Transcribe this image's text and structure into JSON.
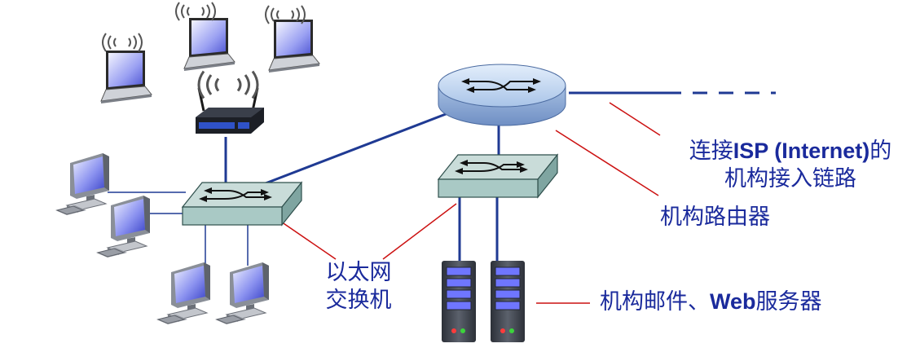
{
  "labels": {
    "isp_link_line1_prefix": "连接",
    "isp_link_line1_bold": "ISP (Internet)",
    "isp_link_line1_suffix": "的",
    "isp_link_line2": "机构接入链路",
    "institutional_router": "机构路由器",
    "ethernet_switch_line1": "以太网",
    "ethernet_switch_line2": "交换机",
    "servers_prefix": "机构邮件、",
    "servers_bold": "Web",
    "servers_suffix": "服务器"
  },
  "colors": {
    "label_text": "#1a2a9c",
    "link_line": "#1f3a93",
    "callout_line": "#cc1111",
    "switch_top": "#c9dcd9",
    "switch_front": "#9ec1bd",
    "router_top": "#bcd3ef",
    "server_body": "#4a4f58",
    "screen": "#4a52d6"
  },
  "icons": [
    "laptop-icon",
    "wireless-access-point-icon",
    "desktop-computer-icon",
    "ethernet-switch-icon",
    "router-icon",
    "server-icon"
  ]
}
